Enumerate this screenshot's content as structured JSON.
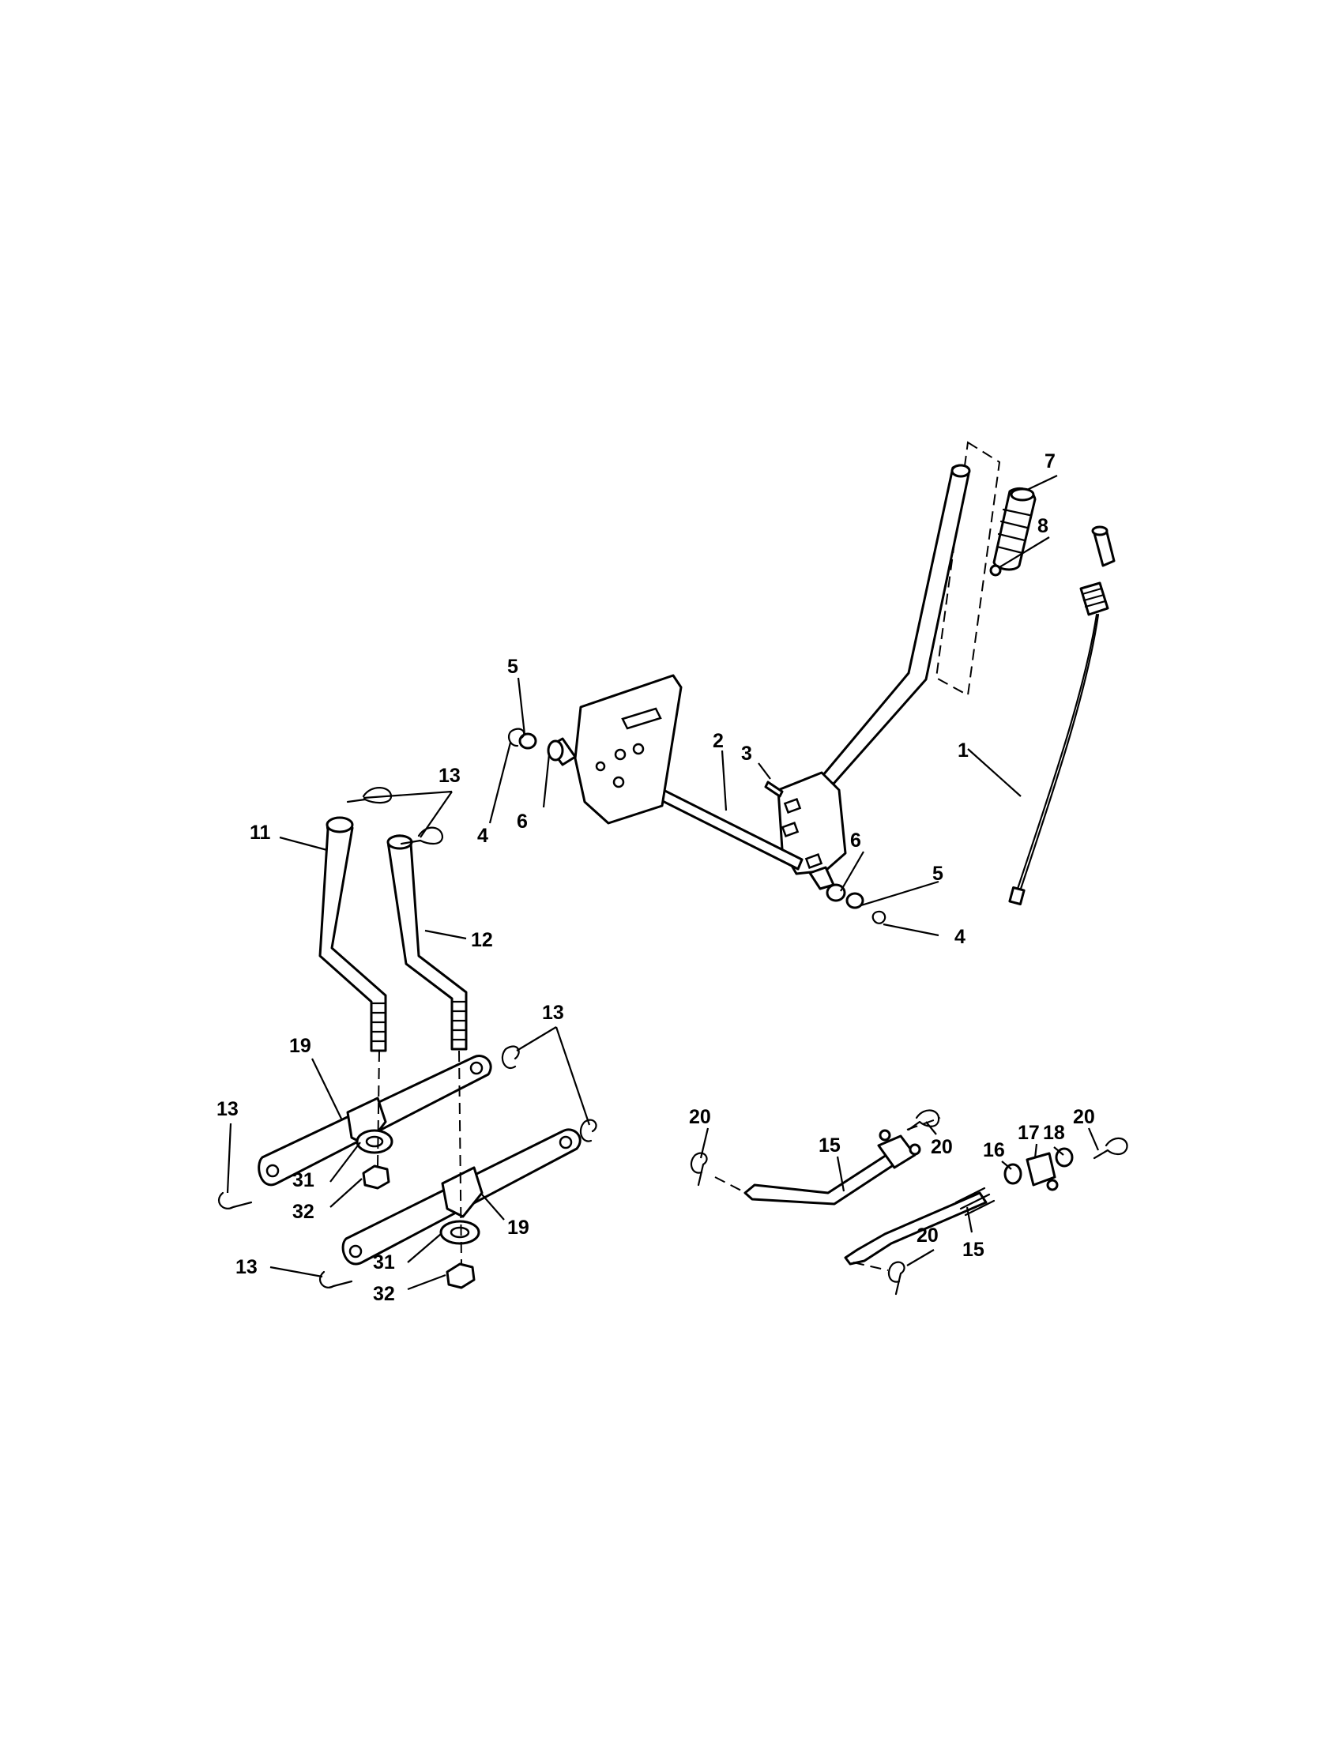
{
  "callouts": [
    "1",
    "2",
    "3",
    "4",
    "4",
    "5",
    "5",
    "6",
    "6",
    "7",
    "8",
    "11",
    "12",
    "13",
    "13",
    "13",
    "13",
    "15",
    "15",
    "16",
    "17",
    "18",
    "19",
    "19",
    "20",
    "20",
    "20",
    "20",
    "31",
    "31",
    "32",
    "32"
  ],
  "colors": {
    "ink": "#000000",
    "paper": "#ffffff"
  }
}
